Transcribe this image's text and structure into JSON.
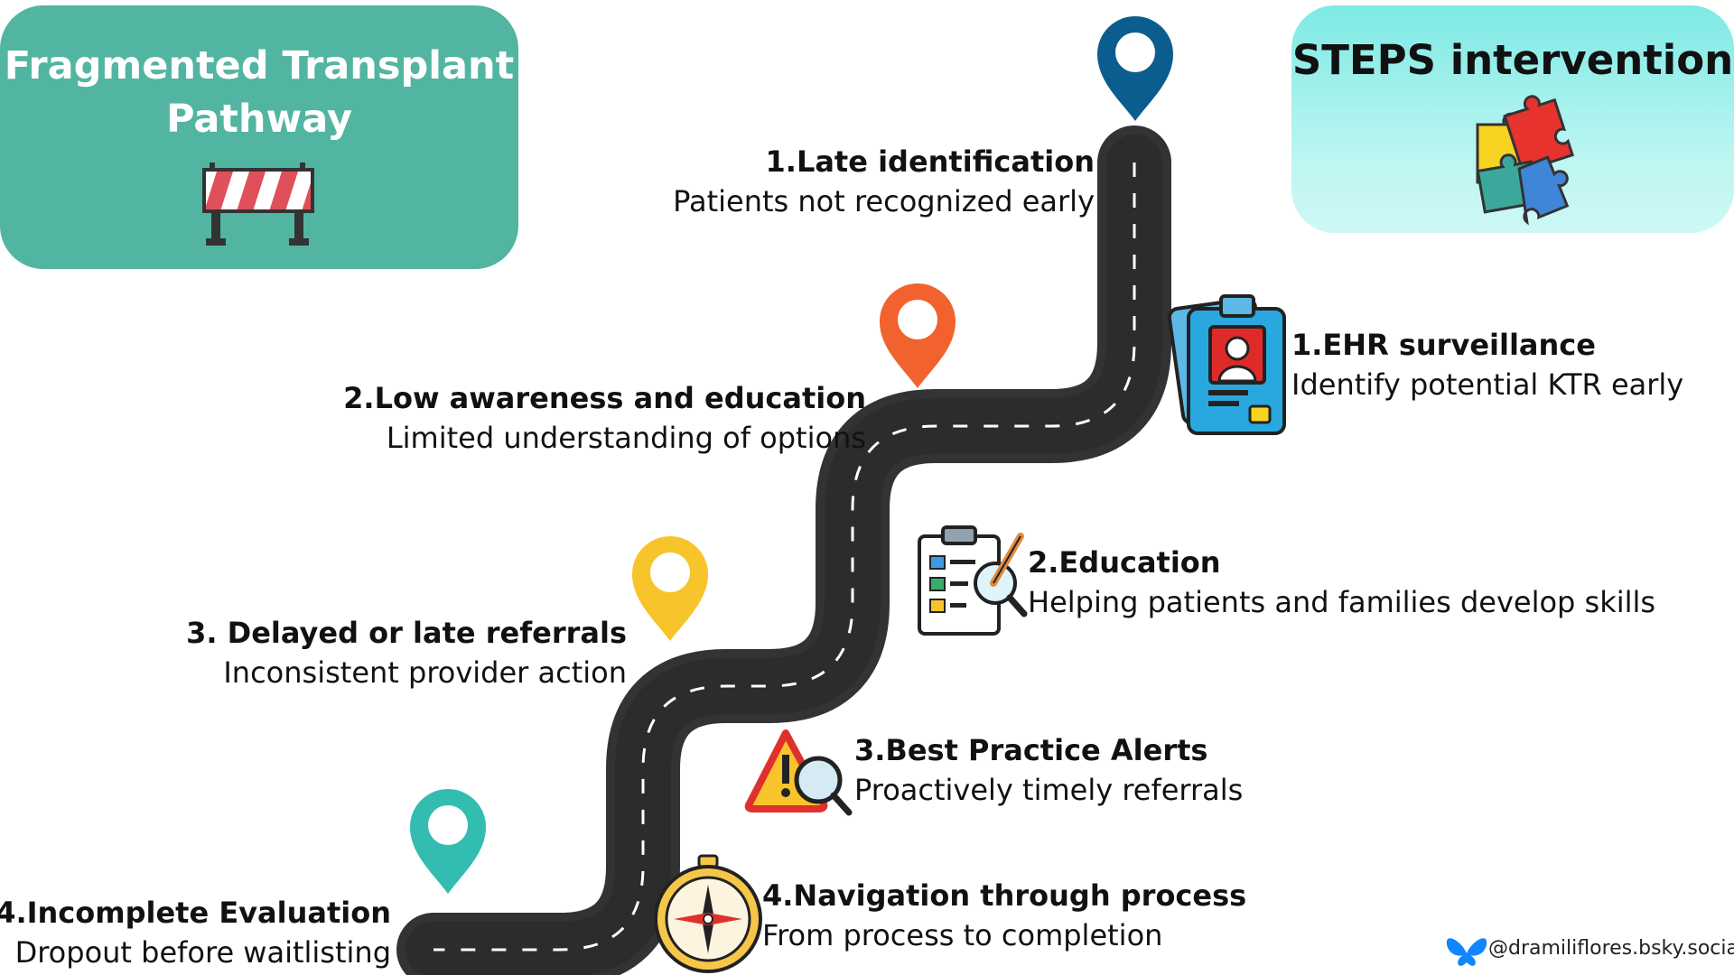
{
  "panels": {
    "left_title_line1": "Fragmented Transplant",
    "left_title_line2": "Pathway",
    "right_title": "STEPS intervention"
  },
  "barriers": [
    {
      "heading": "1.Late identification",
      "text": "Patients not recognized early",
      "pin_color": "#0b5d8f"
    },
    {
      "heading": "2.Low awareness and education",
      "text": "Limited understanding of options",
      "pin_color": "#f1622f"
    },
    {
      "heading": "3. Delayed or late referrals",
      "text": "Inconsistent provider action",
      "pin_color": "#f7c52b"
    },
    {
      "heading": "4.Incomplete Evaluation",
      "text": "Dropout before waitlisting",
      "pin_color": "#33bdb0"
    }
  ],
  "interventions": [
    {
      "heading": "1.EHR surveillance",
      "text": "Identify potential KTR early",
      "icon": "id-card-icon"
    },
    {
      "heading": "2.Education",
      "text": "Helping patients and families develop skills",
      "icon": "clipboard-checklist-icon"
    },
    {
      "heading": "3.Best Practice Alerts",
      "text": "Proactively timely referrals",
      "icon": "warning-search-icon"
    },
    {
      "heading": "4.Navigation through process",
      "text": "From process to completion",
      "icon": "compass-icon"
    }
  ],
  "footer": {
    "handle": "@dramiliflores.bsky.social",
    "icon": "butterfly-icon",
    "icon_color": "#1185fe"
  },
  "colors": {
    "road": "#2f2f2f",
    "road_edge": "#ffffff",
    "left_panel": "#52b5a1",
    "right_panel": "#7ee9e4"
  }
}
